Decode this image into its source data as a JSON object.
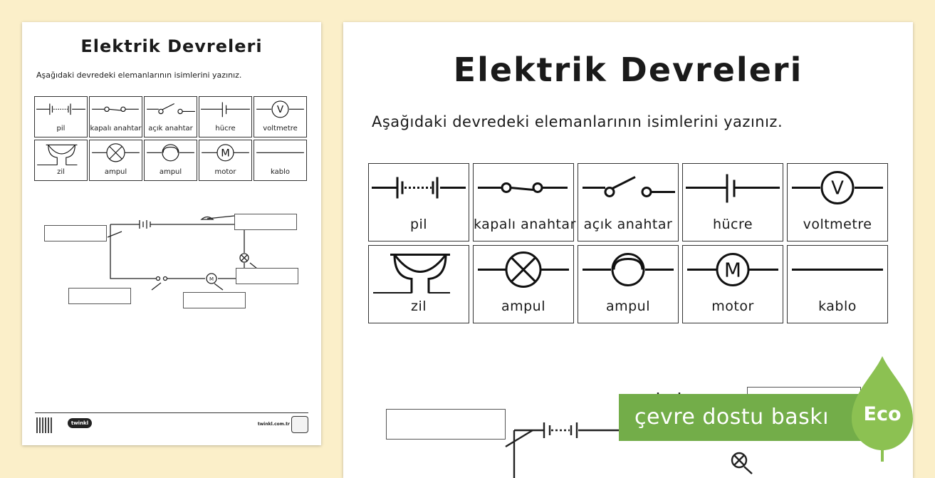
{
  "worksheet": {
    "title": "Elektrik Devreleri",
    "instruction": "Aşağıdaki devredeki elemanlarının isimlerini yazınız.",
    "symbols": [
      {
        "label": "pil",
        "icon": "battery-icon"
      },
      {
        "label": "kapalı anahtar",
        "icon": "closed-switch-icon"
      },
      {
        "label": "açık anahtar",
        "icon": "open-switch-icon"
      },
      {
        "label": "hücre",
        "icon": "cell-icon"
      },
      {
        "label": "voltmetre",
        "icon": "voltmeter-icon"
      },
      {
        "label": "zil",
        "icon": "bell-icon"
      },
      {
        "label": "ampul",
        "icon": "bulb-cross-icon"
      },
      {
        "label": "ampul",
        "icon": "bulb-filament-icon"
      },
      {
        "label": "motor",
        "icon": "motor-icon"
      },
      {
        "label": "kablo",
        "icon": "wire-icon"
      }
    ],
    "voltmeter_letter": "V",
    "motor_letter": "M",
    "footer": {
      "logo": "twinkl",
      "site": "twinkl.com.tr"
    }
  },
  "eco": {
    "banner_text": "çevre dostu baskı",
    "badge_text": "Eco",
    "color": "#73ad49"
  }
}
